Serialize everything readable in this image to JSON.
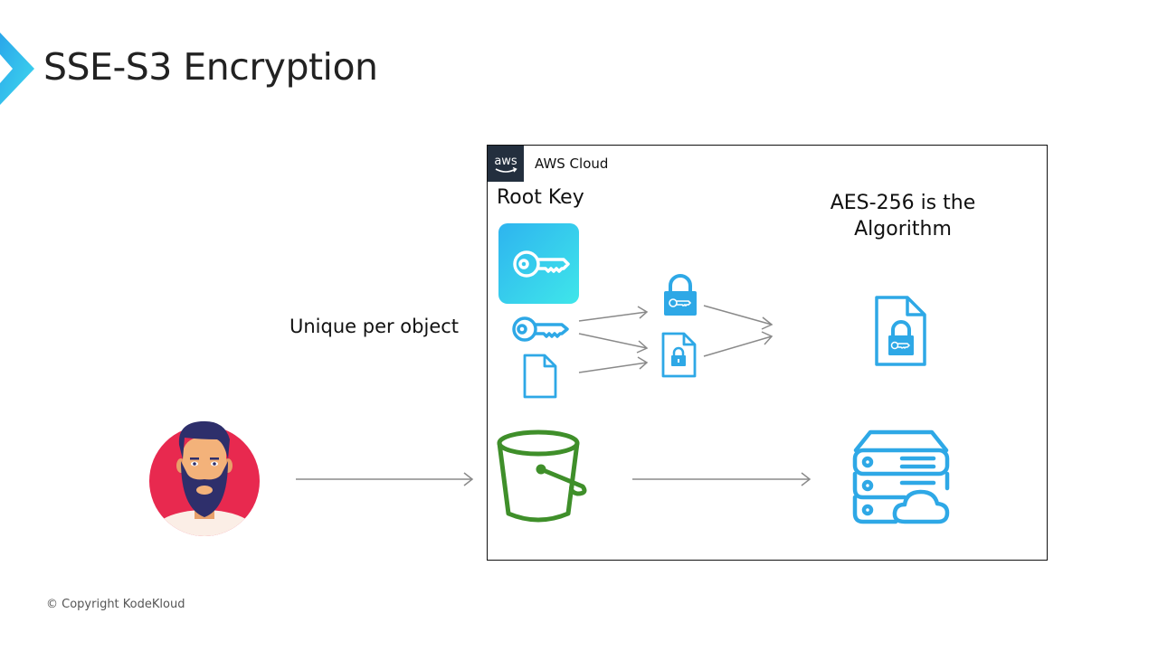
{
  "slide": {
    "title": "SSE-S3 Encryption",
    "copyright": "© Copyright KodeKloud"
  },
  "cloud": {
    "badge_text": "aws",
    "label": "AWS Cloud"
  },
  "labels": {
    "root_key": "Root Key",
    "unique_per_object": "Unique per object",
    "algorithm": "AES-256 is the Algorithm"
  },
  "icons": {
    "chevron": "chevron-right-icon",
    "user": "user-avatar-icon",
    "root_key": "root-key-icon",
    "data_key": "data-key-icon",
    "object": "document-icon",
    "encrypted_key": "locked-key-icon",
    "encrypted_object": "locked-document-icon",
    "encrypted_result": "encrypted-document-icon",
    "bucket": "s3-bucket-icon",
    "storage": "cloud-storage-icon"
  },
  "colors": {
    "accent_blue": "#2ea8e6",
    "accent_cyan": "#3fe0ea",
    "bucket_green": "#3f8f2a",
    "avatar_red": "#e8294f",
    "aws_dark": "#232f3e",
    "arrow_gray": "#8a8a8a"
  }
}
